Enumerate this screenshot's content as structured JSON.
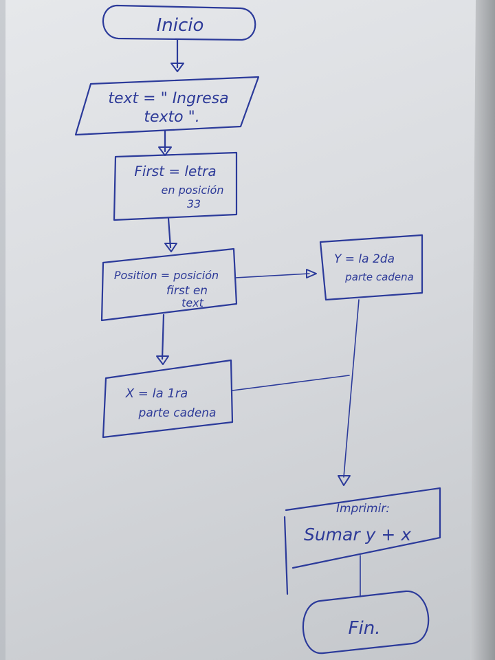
{
  "flowchart": {
    "start": {
      "label": "Inicio"
    },
    "input": {
      "lines": [
        "text = \" Ingresa",
        "texto \"."
      ]
    },
    "first": {
      "lines": [
        "First = letra",
        "en posición",
        "33"
      ]
    },
    "position": {
      "lines": [
        "Position = posición",
        "first en",
        "text"
      ]
    },
    "y_process": {
      "lines": [
        "Y = la 2da",
        "parte cadena"
      ]
    },
    "x_process": {
      "lines": [
        "X = la 1ra",
        "parte cadena"
      ]
    },
    "print": {
      "lines": [
        "Imprimir:",
        "Sumar y + x"
      ]
    },
    "end": {
      "label": "Fin."
    }
  },
  "colors": {
    "ink": "#2b3a9a",
    "paper": "#dcdee2"
  }
}
